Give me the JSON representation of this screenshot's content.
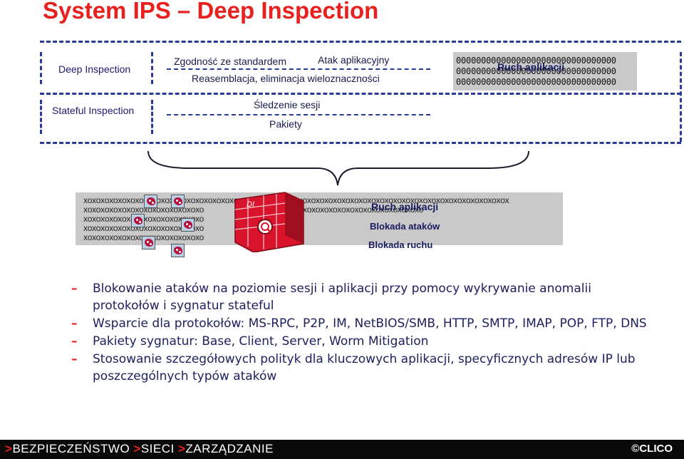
{
  "title": "System IPS – Deep Inspection",
  "layers": {
    "deep_inspection": "Deep Inspection",
    "stateful_inspection": "Stateful Inspection"
  },
  "deep": {
    "compliance": "Zgodność ze standardem",
    "app_attack": "Atak aplikacyjny",
    "reassembly": "Reasemblacja, eliminacja wieloznaczności",
    "zeros_row": "00000000000000000000000000000000",
    "traffic_label": "Ruch aplikacji"
  },
  "stateful": {
    "session_tracking": "Śledzenie sesji",
    "packets": "Pakiety"
  },
  "filter": {
    "xo_long": "xoxoxoxoxoxoxoxoxoxoxoxoxoxoxoxoxoxoxoxoxoxoxoxoxoxoxoxoxoxoxoxoxoxoxoxoxoxoxoxoxoxoxoxoxoxoxoxoxox",
    "xo_short": "xoxoxoxoxoxoxoxoxoxoxoxoxoxo",
    "xo_mid": "oxoxoxoxoxoxoxoxoxoxoxoxoxoxoxoxoxoxoxoxoxoxoxoxoxoxo",
    "traffic_label": "Ruch aplikacji",
    "blocked_attacks": "Blokada ataków",
    "blocked_traffic": "Blokada ruchu",
    "firewall_text": "DI"
  },
  "bullets": [
    "Blokowanie ataków na poziomie sesji i aplikacji przy pomocy wykrywanie anomalii protokołów i sygnatur stateful",
    "Wsparcie dla protokołów: MS-RPC, P2P, IM, NetBIOS/SMB, HTTP, SMTP, IMAP, POP, FTP, DNS",
    "Pakiety sygnatur: Base, Client, Server, Worm Mitigation",
    "Stosowanie szczegółowych polityk dla kluczowych aplikacji, specyficznych adresów IP lub poszczególnych typów ataków"
  ],
  "bullet_marker": "–",
  "footer": {
    "arrow": ">",
    "item1": "BEZPIECZEŃSTWO",
    "item2": "SIECI",
    "item3": "ZARZĄDZANIE",
    "logo": "©CLICO"
  },
  "colors": {
    "title": "#e8201e",
    "text": "#1e2060",
    "dash_lines": "#2a3a9a",
    "footer_bg": "#0a0a0a"
  }
}
